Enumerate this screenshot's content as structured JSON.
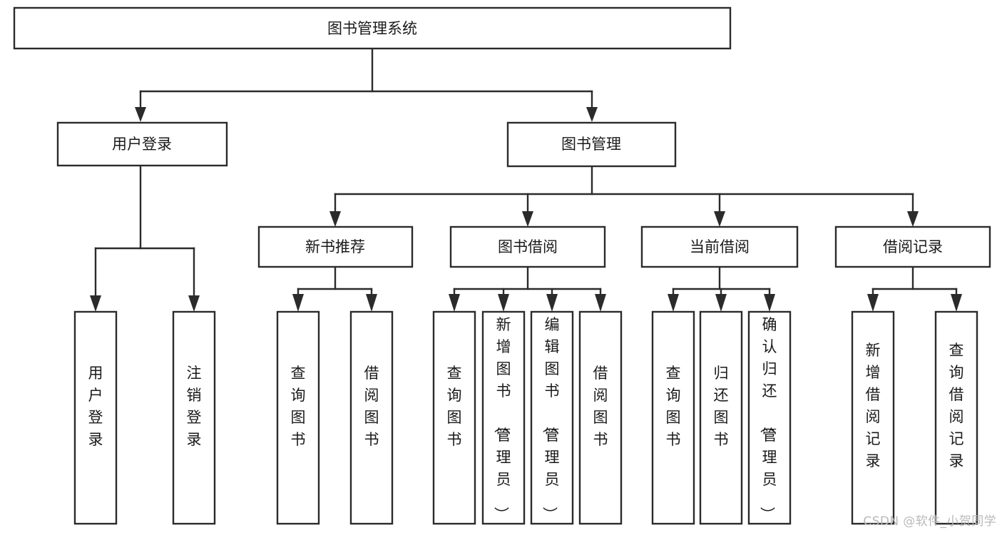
{
  "diagram": {
    "title": "图书管理系统",
    "type": "tree-hierarchy-chart",
    "colors": {
      "box_stroke": "#2b2b2b",
      "box_fill": "#ffffff",
      "connector": "#2b2b2b",
      "text": "#1a1a1a",
      "background": "#ffffff",
      "watermark": "#b9b9b9"
    },
    "root": {
      "label": "图书管理系统",
      "orientation": "horizontal"
    },
    "level1": [
      {
        "label": "用户登录",
        "orientation": "horizontal"
      },
      {
        "label": "图书管理",
        "orientation": "horizontal"
      }
    ],
    "level2": [
      {
        "label": "新书推荐",
        "orientation": "horizontal"
      },
      {
        "label": "图书借阅",
        "orientation": "horizontal"
      },
      {
        "label": "当前借阅",
        "orientation": "horizontal"
      },
      {
        "label": "借阅记录",
        "orientation": "horizontal"
      }
    ],
    "leaves_user_login": [
      {
        "label": "用户登录",
        "orientation": "vertical"
      },
      {
        "label": "注销登录",
        "orientation": "vertical"
      }
    ],
    "leaves_new_book": [
      {
        "label": "查询图书",
        "orientation": "vertical"
      },
      {
        "label": "借阅图书",
        "orientation": "vertical"
      }
    ],
    "leaves_borrow": [
      {
        "label": "查询图书",
        "orientation": "vertical"
      },
      {
        "label": "新增图书（管理员）",
        "orientation": "vertical"
      },
      {
        "label": "编辑图书（管理员）",
        "orientation": "vertical"
      },
      {
        "label": "借阅图书",
        "orientation": "vertical"
      }
    ],
    "leaves_current": [
      {
        "label": "查询图书",
        "orientation": "vertical"
      },
      {
        "label": "归还图书",
        "orientation": "vertical"
      },
      {
        "label": "确认归还（管理员）",
        "orientation": "vertical"
      }
    ],
    "leaves_record": [
      {
        "label": "新增借阅记录",
        "orientation": "vertical"
      },
      {
        "label": "查询借阅记录",
        "orientation": "vertical"
      }
    ],
    "watermark": "CSDN @软件_小贺同学"
  }
}
